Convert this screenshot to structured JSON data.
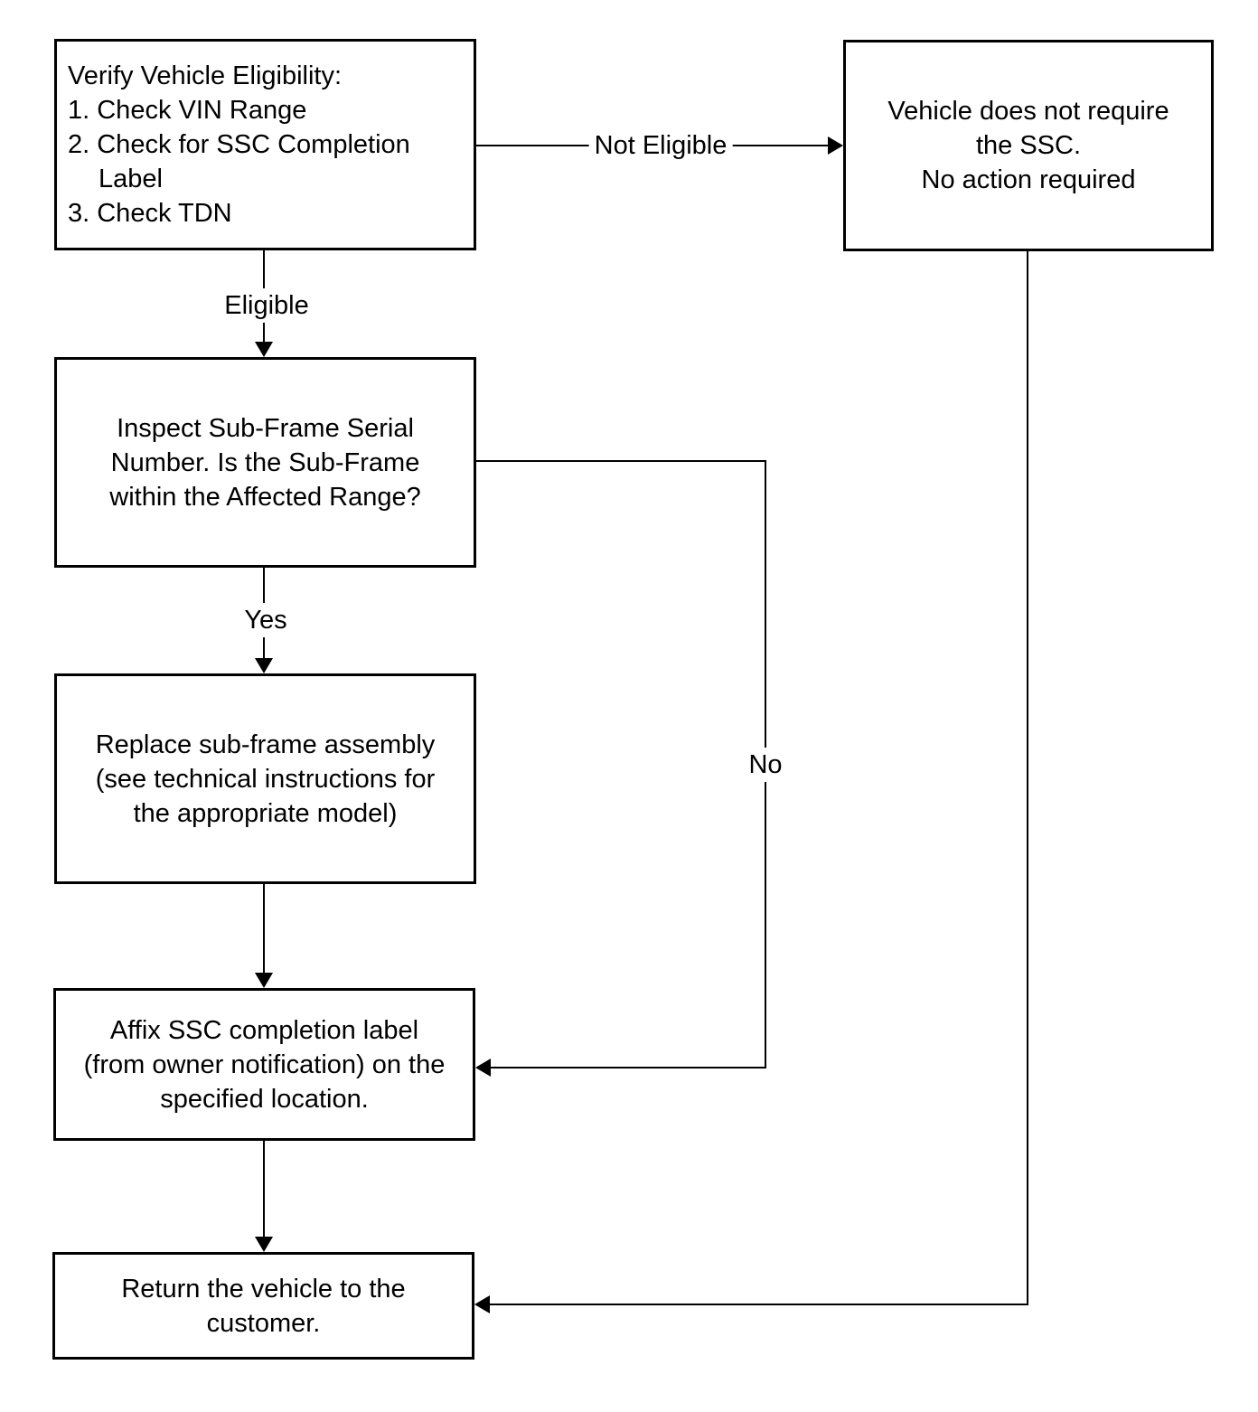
{
  "nodes": {
    "verify": {
      "lines": [
        "Verify Vehicle Eligibility:",
        "1. Check VIN Range",
        "2. Check for SSC Completion",
        "Label",
        "3. Check TDN"
      ]
    },
    "no_ssc": {
      "lines": [
        "Vehicle does not require",
        "the SSC.",
        "No action required"
      ]
    },
    "inspect": {
      "lines": [
        "Inspect Sub-Frame Serial",
        "Number. Is the Sub-Frame",
        "within the Affected Range?"
      ]
    },
    "replace": {
      "lines": [
        "Replace sub-frame assembly",
        "(see technical instructions for",
        "the appropriate model)"
      ]
    },
    "affix": {
      "lines": [
        "Affix SSC completion label",
        "(from owner notification) on the",
        "specified location."
      ]
    },
    "return": {
      "lines": [
        "Return the vehicle to the",
        "customer."
      ]
    }
  },
  "edge_labels": {
    "not_eligible": "Not Eligible",
    "eligible": "Eligible",
    "yes": "Yes",
    "no": "No"
  },
  "colors": {
    "background": "#ffffff",
    "line": "#000000",
    "text": "#000000"
  }
}
